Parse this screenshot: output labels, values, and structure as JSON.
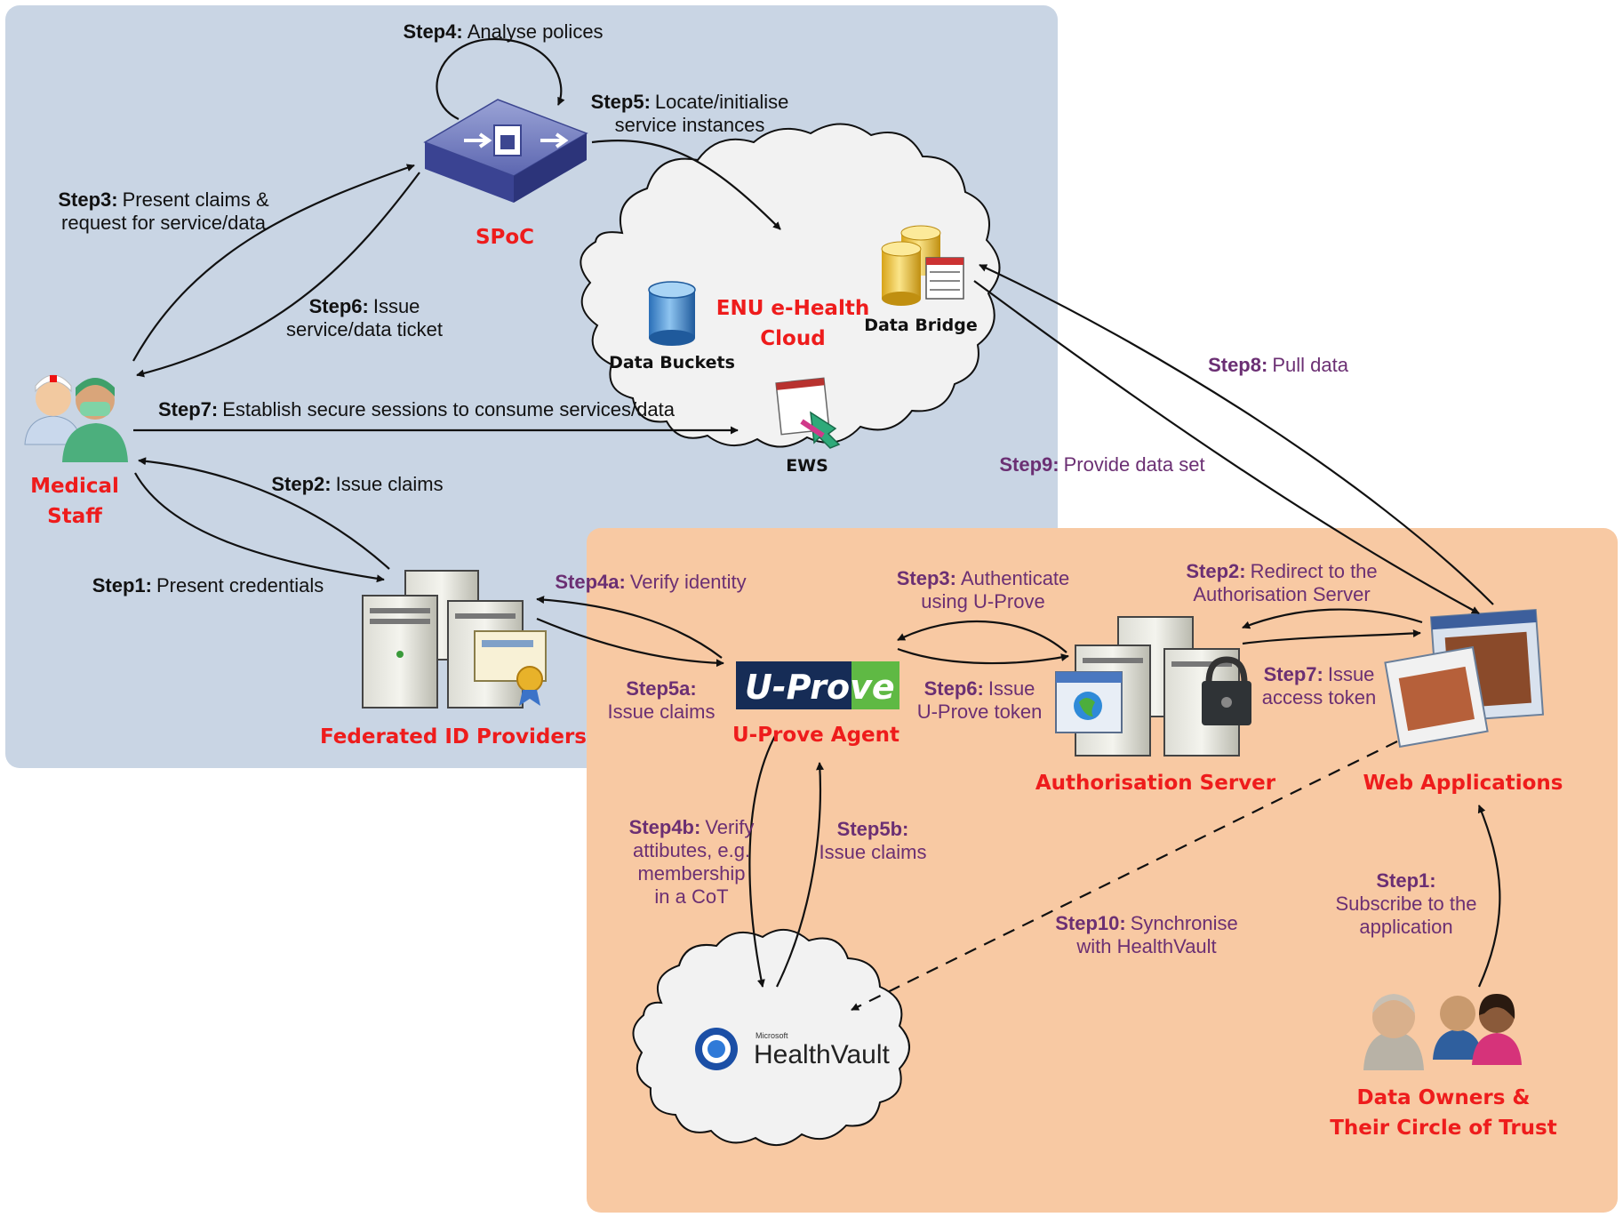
{
  "colors": {
    "blue_zone": "#c9d5e4",
    "orange_zone": "#f8c9a3",
    "actor_red": "#ee1c1c",
    "step_purple": "#6b2f73",
    "text_dark": "#111111"
  },
  "actors": {
    "spoc": "SPoC",
    "medical_staff": [
      "Medical",
      "Staff"
    ],
    "federated_id": "Federated ID Providers",
    "uprove_agent": "U-Prove Agent",
    "auth_server": "Authorisation Server",
    "web_apps": "Web Applications",
    "data_owners": [
      "Data Owners &",
      "Their Circle of Trust"
    ]
  },
  "cloud": {
    "title": [
      "ENU e-Health",
      "Cloud"
    ],
    "data_buckets": "Data Buckets",
    "data_bridge": "Data Bridge",
    "ews": "EWS"
  },
  "logos": {
    "uprove": "U-Prove",
    "healthvault_brand": "Microsoft",
    "healthvault": "HealthVault"
  },
  "blue_steps": {
    "step4": {
      "label": "Step4:",
      "text": "Analyse polices"
    },
    "step5": {
      "label": "Step5:",
      "text": "Locate/initialise",
      "text2": "service instances"
    },
    "step3": {
      "label": "Step3:",
      "text": "Present claims &",
      "text2": "request for service/data"
    },
    "step6": {
      "label": "Step6:",
      "text": "Issue",
      "text2": "service/data ticket"
    },
    "step7": {
      "label": "Step7:",
      "text": "Establish secure sessions to consume services/data"
    },
    "step2": {
      "label": "Step2:",
      "text": "Issue claims"
    },
    "step1": {
      "label": "Step1:",
      "text": "Present credentials"
    }
  },
  "orange_steps": {
    "step8": {
      "label": "Step8:",
      "text": "Pull data"
    },
    "step9": {
      "label": "Step9:",
      "text": "Provide data set"
    },
    "step4a": {
      "label": "Step4a:",
      "text": "Verify identity"
    },
    "step3": {
      "label": "Step3:",
      "text": "Authenticate",
      "text2": "using U-Prove"
    },
    "step2": {
      "label": "Step2:",
      "text": "Redirect to the",
      "text2": "Authorisation Server"
    },
    "step5a": {
      "label": "Step5a:",
      "text": "Issue claims"
    },
    "step6": {
      "label": "Step6:",
      "text": "Issue",
      "text2": "U-Prove token"
    },
    "step7": {
      "label": "Step7:",
      "text": "Issue",
      "text2": "access token"
    },
    "step4b": {
      "label": "Step4b:",
      "text": "Verify",
      "text2": "attibutes, e.g.",
      "text3": "membership",
      "text4": "in a CoT"
    },
    "step5b": {
      "label": "Step5b:",
      "text": "Issue claims"
    },
    "step10": {
      "label": "Step10:",
      "text": "Synchronise",
      "text2": "with HealthVault"
    },
    "step1": {
      "label": "Step1:",
      "text": "Subscribe to the",
      "text2": "application"
    }
  }
}
